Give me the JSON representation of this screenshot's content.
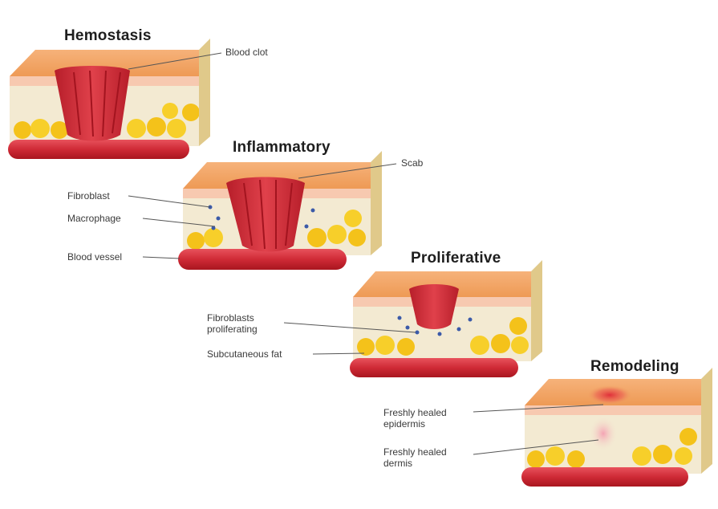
{
  "stages": [
    {
      "title": "Hemostasis",
      "labels": {
        "blood_clot": "Blood clot"
      }
    },
    {
      "title": "Inflammatory",
      "labels": {
        "scab": "Scab",
        "fibroblast": "Fibroblast",
        "macrophage": "Macrophage",
        "blood_vessel": "Blood vessel"
      }
    },
    {
      "title": "Proliferative",
      "labels": {
        "fibroblasts_proliferating_line1": "Fibroblasts",
        "fibroblasts_proliferating_line2": "proliferating",
        "subcutaneous_fat": "Subcutaneous fat"
      }
    },
    {
      "title": "Remodeling",
      "labels": {
        "healed_epidermis_line1": "Freshly healed",
        "healed_epidermis_line2": "epidermis",
        "healed_dermis_line1": "Freshly healed",
        "healed_dermis_line2": "dermis"
      }
    }
  ],
  "colors": {
    "epidermis_top": "#f0a060",
    "epidermis_front": "#f7c9b0",
    "dermis": "#f3ead2",
    "fat": "#f4c21a",
    "blood_vessel": "#d9333f",
    "clot": "#d6313c"
  }
}
